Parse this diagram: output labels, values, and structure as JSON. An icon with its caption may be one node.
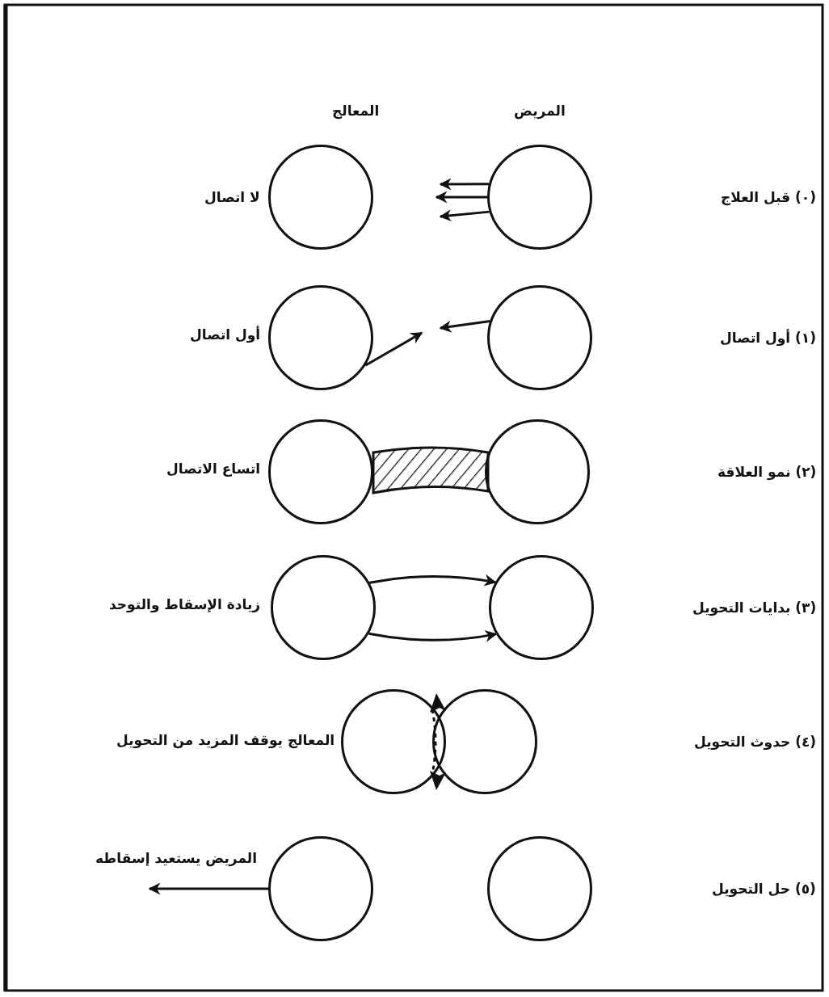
{
  "diagram": {
    "nodes": [
      {
        "text": [],
        "shape": "circle"
      },
      {
        "text": [],
        "shape": "circle"
      },
      {
        "text": [],
        "shape": "circle"
      },
      {
        "text": [],
        "shape": "circle"
      },
      {
        "text": [],
        "shape": "circle"
      },
      {
        "text": [],
        "shape": "circle"
      },
      {
        "text": [],
        "shape": "circle"
      },
      {
        "text": [],
        "shape": "circle"
      },
      {
        "text": [],
        "shape": "circle"
      },
      {
        "text": [],
        "shape": "circle"
      },
      {
        "text": [],
        "shape": "circle"
      },
      {
        "text": [],
        "shape": "circle"
      }
    ],
    "edges": [
      {
        "from": 1,
        "to": null,
        "arrow": "to"
      },
      {
        "from": 1,
        "to": null,
        "arrow": "to"
      },
      {
        "from": 1,
        "to": null,
        "arrow": "to"
      },
      {
        "from": 2,
        "to": null,
        "arrow": "to"
      },
      {
        "from": 3,
        "to": null,
        "arrow": "to"
      },
      {
        "from": 6,
        "to": 7,
        "arrow": "to"
      },
      {
        "from": 6,
        "to": 7,
        "arrow": "to"
      },
      {
        "from": 10,
        "to": null,
        "arrow": "to"
      }
    ],
    "labels": [
      "المعالج",
      "المريض",
      "(٠) قبل العلاج",
      "لا اتصال",
      "(١) أول اتصال",
      "أول اتصال",
      "(٢) نمو العلاقة",
      "اتساع الاتصال",
      "(٣) بدايات التحويل",
      "زيادة الإسقاط والتوحد",
      "(٤) حدوث التحويل",
      "المعالج يوقف المزيد من التحويل",
      "(٥) حل التحويل",
      "المريض يستعيد إسقاطه"
    ]
  }
}
